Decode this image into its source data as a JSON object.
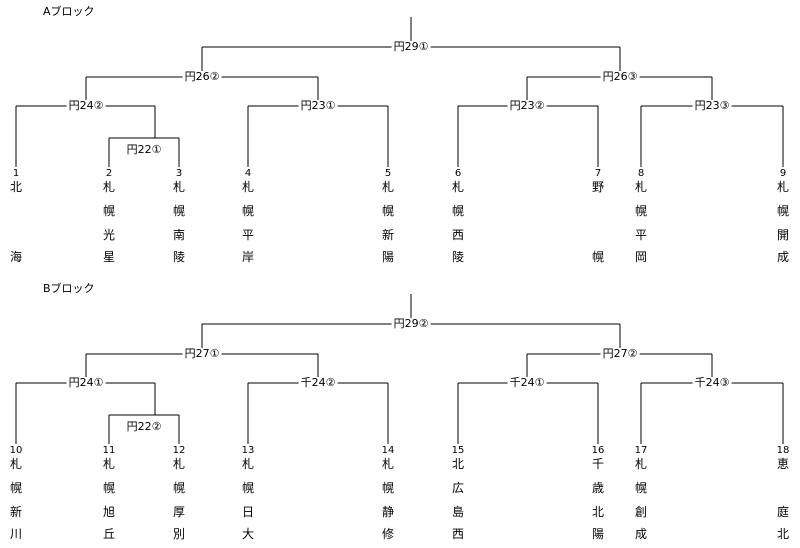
{
  "blocks": [
    {
      "title": "Aブロック",
      "matches": {
        "final": "円29①",
        "semi_left": "円26②",
        "semi_right": "円26③",
        "qf1": "円24②",
        "qf2": "円23①",
        "qf3": "円23②",
        "qf4": "円23③",
        "prelim": "円22①"
      },
      "teams": [
        {
          "num": "1",
          "name_top": [
            "北"
          ],
          "name_bottom": "海"
        },
        {
          "num": "2",
          "name_top": [
            "札",
            "幌",
            "光"
          ],
          "name_bottom": "星"
        },
        {
          "num": "3",
          "name_top": [
            "札",
            "幌",
            "南"
          ],
          "name_bottom": "陵"
        },
        {
          "num": "4",
          "name_top": [
            "札",
            "幌",
            "平"
          ],
          "name_bottom": "岸"
        },
        {
          "num": "5",
          "name_top": [
            "札",
            "幌",
            "新"
          ],
          "name_bottom": "陽"
        },
        {
          "num": "6",
          "name_top": [
            "札",
            "幌",
            "西"
          ],
          "name_bottom": "陵"
        },
        {
          "num": "7",
          "name_top": [
            "野"
          ],
          "name_bottom": "幌"
        },
        {
          "num": "8",
          "name_top": [
            "札",
            "幌",
            "平"
          ],
          "name_bottom": "岡"
        },
        {
          "num": "9",
          "name_top": [
            "札",
            "幌",
            "開"
          ],
          "name_bottom": "成"
        }
      ]
    },
    {
      "title": "Bブロック",
      "matches": {
        "final": "円29②",
        "semi_left": "円27①",
        "semi_right": "円27②",
        "qf1": "円24①",
        "qf2": "千24②",
        "qf3": "千24①",
        "qf4": "千24③",
        "prelim": "円22②"
      },
      "teams": [
        {
          "num": "10",
          "name_top": [
            "札",
            "幌",
            "新"
          ],
          "name_bottom": "川"
        },
        {
          "num": "11",
          "name_top": [
            "札",
            "幌",
            "旭"
          ],
          "name_bottom": "丘"
        },
        {
          "num": "12",
          "name_top": [
            "札",
            "幌",
            "厚"
          ],
          "name_bottom": "別"
        },
        {
          "num": "13",
          "name_top": [
            "札",
            "幌",
            "日"
          ],
          "name_bottom": "大"
        },
        {
          "num": "14",
          "name_top": [
            "札",
            "幌",
            "静"
          ],
          "name_bottom": "修"
        },
        {
          "num": "15",
          "name_top": [
            "北",
            "広",
            "島"
          ],
          "name_bottom": "西"
        },
        {
          "num": "16",
          "name_top": [
            "千",
            "歳",
            "北"
          ],
          "name_bottom": "陽"
        },
        {
          "num": "17",
          "name_top": [
            "札",
            "幌",
            "創"
          ],
          "name_bottom": "成"
        },
        {
          "num": "18",
          "name_top": [
            "恵",
            "",
            "庭"
          ],
          "name_bottom": "北"
        }
      ]
    }
  ]
}
